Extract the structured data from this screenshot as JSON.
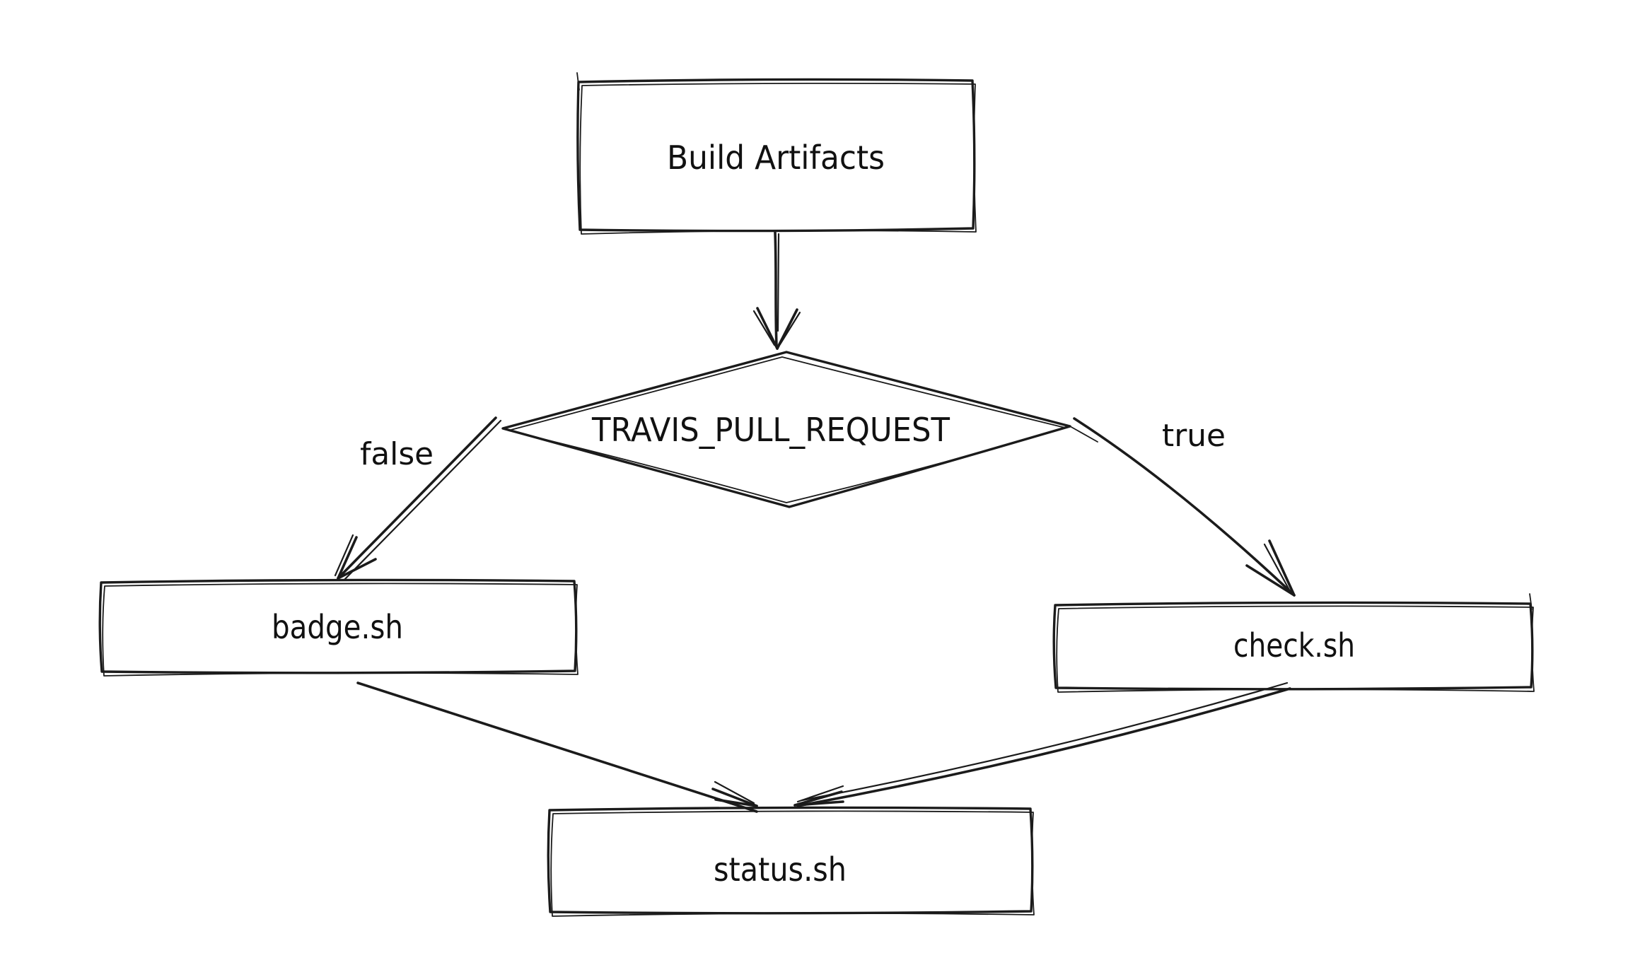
{
  "diagram": {
    "type": "flowchart",
    "background": "#ffffff",
    "stroke_color": "#1b1b1b",
    "text_color": "#111111",
    "nodes": {
      "build_artifacts": {
        "label": "Build Artifacts",
        "shape": "rectangle"
      },
      "decision": {
        "label": "TRAVIS_PULL_REQUEST",
        "shape": "diamond"
      },
      "badge": {
        "label": "badge.sh",
        "shape": "rectangle"
      },
      "check": {
        "label": "check.sh",
        "shape": "rectangle"
      },
      "status": {
        "label": "status.sh",
        "shape": "rectangle"
      }
    },
    "edges": [
      {
        "from": "build_artifacts",
        "to": "decision",
        "label": ""
      },
      {
        "from": "decision",
        "to": "badge",
        "label": "false"
      },
      {
        "from": "decision",
        "to": "check",
        "label": "true"
      },
      {
        "from": "badge",
        "to": "status",
        "label": ""
      },
      {
        "from": "check",
        "to": "status",
        "label": ""
      }
    ]
  }
}
